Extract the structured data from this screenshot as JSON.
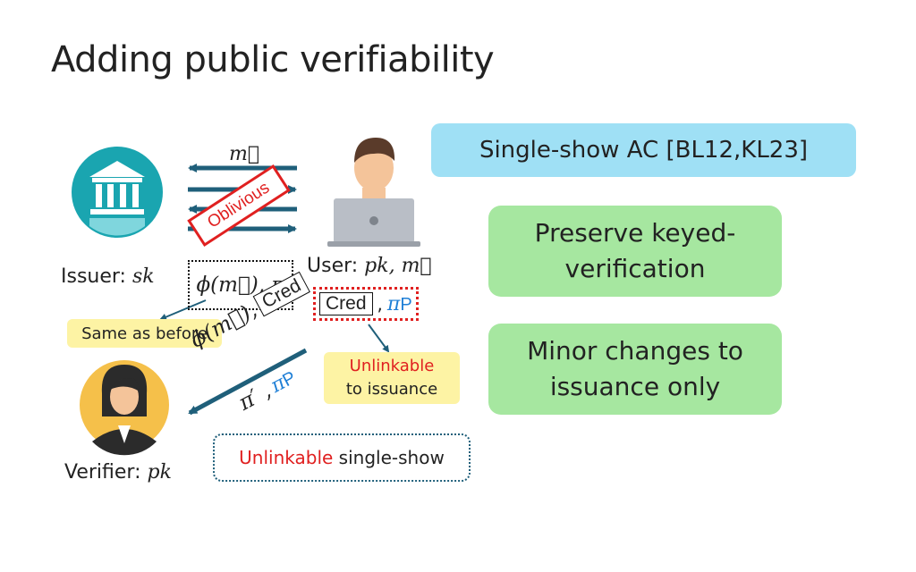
{
  "title": "Adding public verifiability",
  "vector_m": "m⃗",
  "oblivious_stamp": "Oblivious",
  "issuer": {
    "label": "Issuer: ",
    "key": "sk"
  },
  "user": {
    "label": "User: ",
    "key": "pk, m⃗"
  },
  "verifier": {
    "label": "Verifier: ",
    "key": "pk"
  },
  "phi_pi": "ϕ(m⃗), π",
  "cred_label": "Cred",
  "pi_p": "π",
  "pi_p_sub": "P",
  "comma": ",",
  "rotated_phi": "ϕ(m⃗),",
  "rotated_pi_prime": "π′ ,",
  "same_as_before": "Same as before",
  "unlinkable_issuance": {
    "line1": "Unlinkable",
    "line2": "to issuance"
  },
  "unlinkable_single_show": {
    "red": "Unlinkable",
    "rest": " single-show"
  },
  "boxes": {
    "single_show": "Single-show AC [BL12,KL23]",
    "preserve_line1": "Preserve keyed-",
    "preserve_line2": "verification",
    "minor_line1": "Minor changes to",
    "minor_line2": "issuance only"
  },
  "colors": {
    "arrow": "#1f5f7a",
    "bank_circle": "#1aa5b0",
    "verifier_circle": "#f5c04a",
    "red": "#e02020",
    "blue": "#1f7fd6"
  }
}
